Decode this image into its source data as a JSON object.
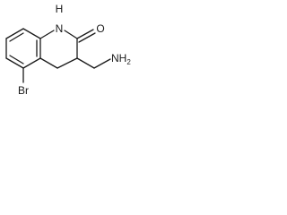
{
  "molecule": {
    "atoms": {
      "nh": "H",
      "n": "N",
      "o": "O",
      "br": "Br",
      "amine": "NH",
      "amine_sub": "2"
    }
  }
}
